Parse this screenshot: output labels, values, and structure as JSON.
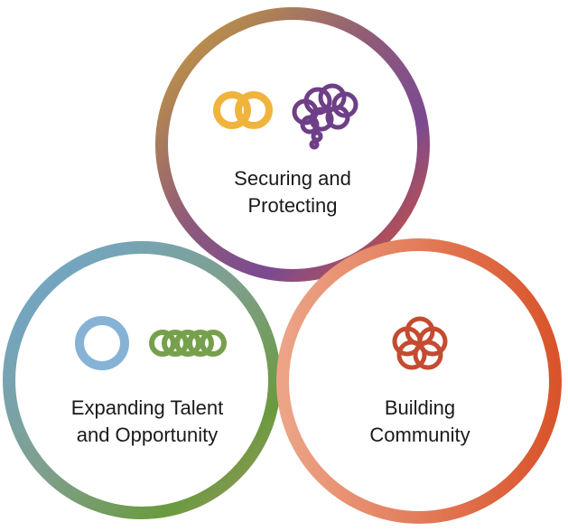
{
  "circles": [
    {
      "label_line1": "Securing and",
      "label_line2": "Protecting",
      "icons": [
        "interlocking-rings-icon",
        "brain-rings-icon"
      ],
      "colors": [
        "#c9a13a",
        "#7b4a91",
        "#d9532f"
      ]
    },
    {
      "label_line1": "Expanding Talent",
      "label_line2": "and Opportunity",
      "icons": [
        "single-ring-icon",
        "chain-rings-icon"
      ],
      "colors": [
        "#6fa8d6",
        "#6a9a3e",
        "#a8956a"
      ]
    },
    {
      "label_line1": "Building",
      "label_line2": "Community",
      "icons": [
        "flower-rings-icon"
      ],
      "colors": [
        "#e89a7a",
        "#d9542b"
      ]
    }
  ],
  "icon_colors": {
    "gold": "#f0b43c",
    "purple": "#6e3f86",
    "blue": "#86b2d6",
    "green": "#77a04d",
    "red": "#c44a30"
  }
}
